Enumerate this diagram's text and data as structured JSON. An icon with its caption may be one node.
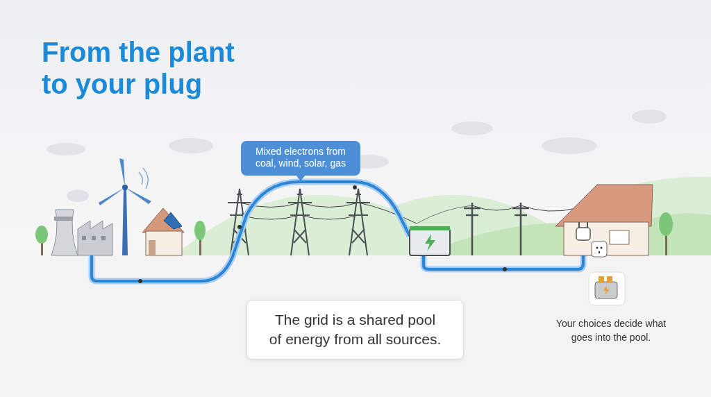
{
  "diagram": {
    "title": "From the plant to your plug",
    "nodes": [
      {
        "text": [
          "Mixed electrons from coal, wind, solar, gas"
        ]
      },
      {
        "text": [
          "The grid is a shared pool of energy from all sources."
        ]
      }
    ],
    "edges": [],
    "labels": [
      "Your choices decide what goes into the pool."
    ]
  }
}
